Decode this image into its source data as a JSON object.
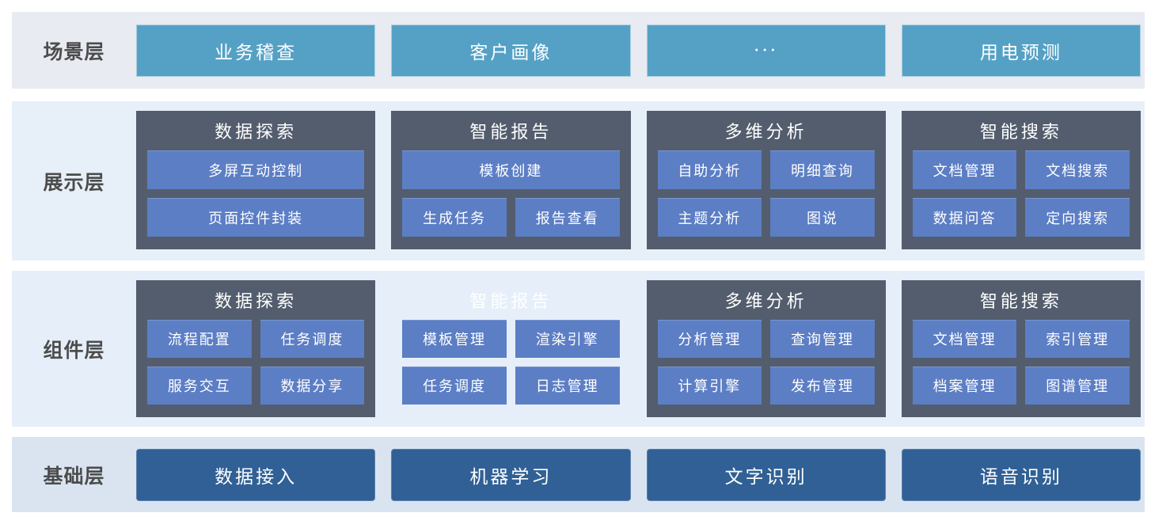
{
  "palette": {
    "scenario_band_bg": "#e8ebf2",
    "presentation_band_bg": "#e7f0f9",
    "component_band_bg": "#e6eff9",
    "foundation_band_bg": "#dae4f1",
    "scenario_button_bg": "#55a1c5",
    "group_card_bg": "#535d6d",
    "module_button_bg": "#5c7ec5",
    "foundation_button_bg": "#306095",
    "layer_label_text": "#4c4c4c",
    "button_text": "#ffffff"
  },
  "rows": [
    {
      "label": "场景层",
      "items": [
        "业务稽查",
        "客户画像",
        "···",
        "用电预测"
      ]
    },
    {
      "label": "展示层",
      "groups": [
        {
          "title": "数据探索",
          "layout": "stacked",
          "items": [
            "多屏互动控制",
            "页面控件封装"
          ]
        },
        {
          "title": "智能报告",
          "layout": "wide-top",
          "items": [
            "模板创建",
            "生成任务",
            "报告查看"
          ]
        },
        {
          "title": "多维分析",
          "layout": "grid",
          "items": [
            "自助分析",
            "明细查询",
            "主题分析",
            "图说"
          ]
        },
        {
          "title": "智能搜索",
          "layout": "grid",
          "items": [
            "文档管理",
            "文档搜索",
            "数据问答",
            "定向搜索"
          ]
        }
      ]
    },
    {
      "label": "组件层",
      "groups": [
        {
          "title": "数据探索",
          "layout": "grid",
          "items": [
            "流程配置",
            "任务调度",
            "服务交互",
            "数据分享"
          ]
        },
        {
          "title": "智能报告",
          "layout": "grid",
          "frameless": true,
          "items": [
            "模板管理",
            "渲染引擎",
            "任务调度",
            "日志管理"
          ]
        },
        {
          "title": "多维分析",
          "layout": "grid",
          "items": [
            "分析管理",
            "查询管理",
            "计算引擎",
            "发布管理"
          ]
        },
        {
          "title": "智能搜索",
          "layout": "grid",
          "items": [
            "文档管理",
            "索引管理",
            "档案管理",
            "图谱管理"
          ]
        }
      ]
    },
    {
      "label": "基础层",
      "items": [
        "数据接入",
        "机器学习",
        "文字识别",
        "语音识别"
      ]
    }
  ]
}
